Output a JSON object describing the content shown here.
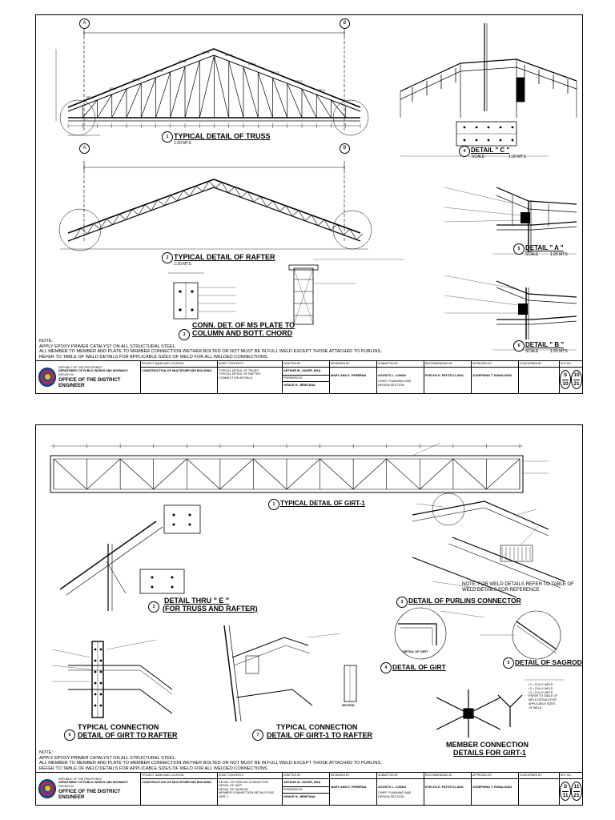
{
  "sheets": [
    {
      "id": "S-10",
      "details": {
        "truss": {
          "num": "1",
          "sheet": "S-10",
          "title": "TYPICAL DETAIL OF TRUSS"
        },
        "rafter": {
          "num": "2",
          "sheet": "S-10",
          "title": "TYPICAL DETAIL OF RAFTER"
        },
        "conn": {
          "num": "3",
          "sheet": "S-10",
          "title_line1": "CONN. DET. OF MS PLATE TO",
          "title_line2": "COLUMN AND BOTT. CHORD"
        },
        "detail_c": {
          "num": "4",
          "title": "DETAIL \" C \""
        },
        "detail_a": {
          "num": "5",
          "title": "DETAIL \" A \""
        },
        "detail_b": {
          "num": "6",
          "title": "DETAIL \" B \""
        }
      },
      "grid": {
        "a": "A",
        "b": "B"
      },
      "truss_labels": [
        "GP-1",
        "GP-2",
        "GP-3",
        "GP-4",
        "GP-5",
        "GP-6",
        "GP-5",
        "GP-4",
        "GP-3",
        "GP-2",
        "GP-1"
      ],
      "scale_label": "SCALE",
      "scale_value": "1:20 MTS",
      "notes": [
        "NOTE:",
        "APPLY EPOXY PRIMER CATALYST ON ALL STRUCTURAL STEEL.",
        "ALL MEMBER TO MEMBER AND PLATE TO MEMBER CONNECTION WETHER BOLTED OR NOT MUST BE IN FULL WELD EXCEPT THOSE ATTACHED TO PURLINS,",
        "REFER TO TABLE OF WELD DETAILS FOR APPLICABLE SIZES OF WELD FOR ALL WELDED CONNECTIONS."
      ],
      "titleblock": {
        "agency_lines": [
          "REPUBLIC OF THE PHILIPPINES",
          "DEPARTMENT OF PUBLIC WORKS AND HIGHWAYS",
          "REGION XII"
        ],
        "office": "OFFICE OF THE DISTRICT ENGINEER",
        "project_head": "PROJECT NAME AND LOCATION",
        "project": "CONSTRUCTION OF MULTIPURPOSE BUILDING",
        "sheet_contents_head": "SHEET CONTENTS",
        "sheet_contents": [
          "TYPICAL DETAIL OF TRUSS",
          "TYPICAL DETAIL OF RAFTER",
          "CONNECTION DETAILS"
        ],
        "drafted_head": "DRAFTED BY",
        "drafted_by": "ARTHUR M. JAVIER, MSA",
        "prepared_head": "PREPARED BY",
        "prepared_by": "GRACE H. JERETANA",
        "reviewed_head": "REVIEWED BY",
        "reviewed_by": "MARY ANN S. PERERNA",
        "submitted_head": "SUBMITTED BY",
        "submitted_by": "AGOSTO L. LUNDA",
        "submitted_title": "CHIEF, PLANNING AND DESIGN SECTION",
        "recommending_head": "RECOMMENDING BY",
        "recommending_by": "EVELYN D. PATOTO-LANO",
        "approved_head": "APPROVED BY",
        "approved_by": "JOSEPHINA T. PANALIGAN",
        "concurred_head": "CONCURRED BY",
        "sheet_head": "SHT NO.",
        "sheet_code": "S",
        "sheet_page": "10",
        "sheet_total": "21"
      }
    },
    {
      "id": "S-11",
      "details": {
        "girt": {
          "num": "1",
          "title": "TYPICAL DETAIL OF GIRT-1"
        },
        "thru_e": {
          "num": "2",
          "title_line1": "DETAIL THRU \" E \"",
          "title_line2": "(FOR TRUSS AND RAFTER)"
        },
        "purlins": {
          "num": "3",
          "title": "DETAIL OF PURLINS CONNECTOR"
        },
        "detail_girt": {
          "num": "4",
          "title": "DETAIL OF GIRT"
        },
        "sagrod": {
          "num": "5",
          "title": "DETAIL OF SAGROD"
        },
        "conn_rafter": {
          "num": "6",
          "title_line1": "TYPICAL CONNECTION",
          "title_line2": "DETAIL OF GIRT TO RAFTER"
        },
        "conn_girt1": {
          "num": "7",
          "title_line1": "TYPICAL CONNECTION",
          "title_line2": "DETAIL OF GIRT-1 TO RAFTER"
        },
        "member": {
          "title_line1": "MEMBER CONNECTION",
          "title_line2": "DETAILS FOR GIRT-1"
        }
      },
      "weld_note": [
        "NOTE: FOR WELD DETAILS REFER TO TABLE OF",
        "WELD DETAILS FOR REFERENCE"
      ],
      "weld_legend": [
        "L1 = FULLY WELD",
        "L2 = FULLY WELD",
        "L3 = FULLY WELD",
        "REFER TO TABLE OF",
        "WELD DETAILS FOR",
        "APPLICABLE SIZES",
        "OF WELD"
      ],
      "label_detail_girt_small": "DETAIL OF GIRT",
      "label_section": "SECTION",
      "notes": [
        "NOTE:",
        "APPLY EPOXY PRIMER CATALYST ON ALL STRUCTURAL STEEL.",
        "ALL MEMBER TO MEMBER AND PLATE TO MEMBER CONNECTION WETHER BOLTED OR NOT MUST BE IN FULL WELD EXCEPT THOSE ATTACHED TO PURLINS,",
        "REFER TO TABLE OF WELD DETAILS FOR APPLICABLE SIZES OF WELD FOR ALL WELDED CONNECTIONS."
      ],
      "titleblock": {
        "agency_lines": [
          "REPUBLIC OF THE PHILIPPINES",
          "DEPARTMENT OF PUBLIC WORKS AND HIGHWAYS",
          "REGION XII"
        ],
        "office": "OFFICE OF THE DISTRICT ENGINEER",
        "project_head": "PROJECT NAME AND LOCATION",
        "project": "CONSTRUCTION OF MULTIPURPOSE BUILDING",
        "sheet_contents_head": "SHEET CONTENTS",
        "sheet_contents": [
          "DETAIL OF PURLINS CONNECTOR",
          "DETAIL OF GIRT",
          "DETAIL OF SAGROD",
          "MEMBER CONNECTION DETAILS FOR GIRT-1"
        ],
        "drafted_head": "DRAFTED BY",
        "drafted_by": "ARTHUR M. JAVIER, MSA",
        "prepared_head": "PREPARED BY",
        "prepared_by": "GRACE H. JERETANA",
        "reviewed_head": "REVIEWED BY",
        "reviewed_by": "MARY ANN S. PERERNA",
        "submitted_head": "SUBMITTED BY",
        "submitted_by": "AGOSTO L. LUNDA",
        "submitted_title": "CHIEF, PLANNING AND DESIGN SECTION",
        "recommending_head": "RECOMMENDING BY",
        "recommending_by": "EVELYN D. PATOTO-LANO",
        "approved_head": "APPROVED BY",
        "approved_by": "JOSEPHINA T. PANALIGAN",
        "concurred_head": "CONCURRED BY",
        "sheet_head": "SHT NO.",
        "sheet_code": "S",
        "sheet_page": "11",
        "sheet_total": "21"
      }
    }
  ]
}
